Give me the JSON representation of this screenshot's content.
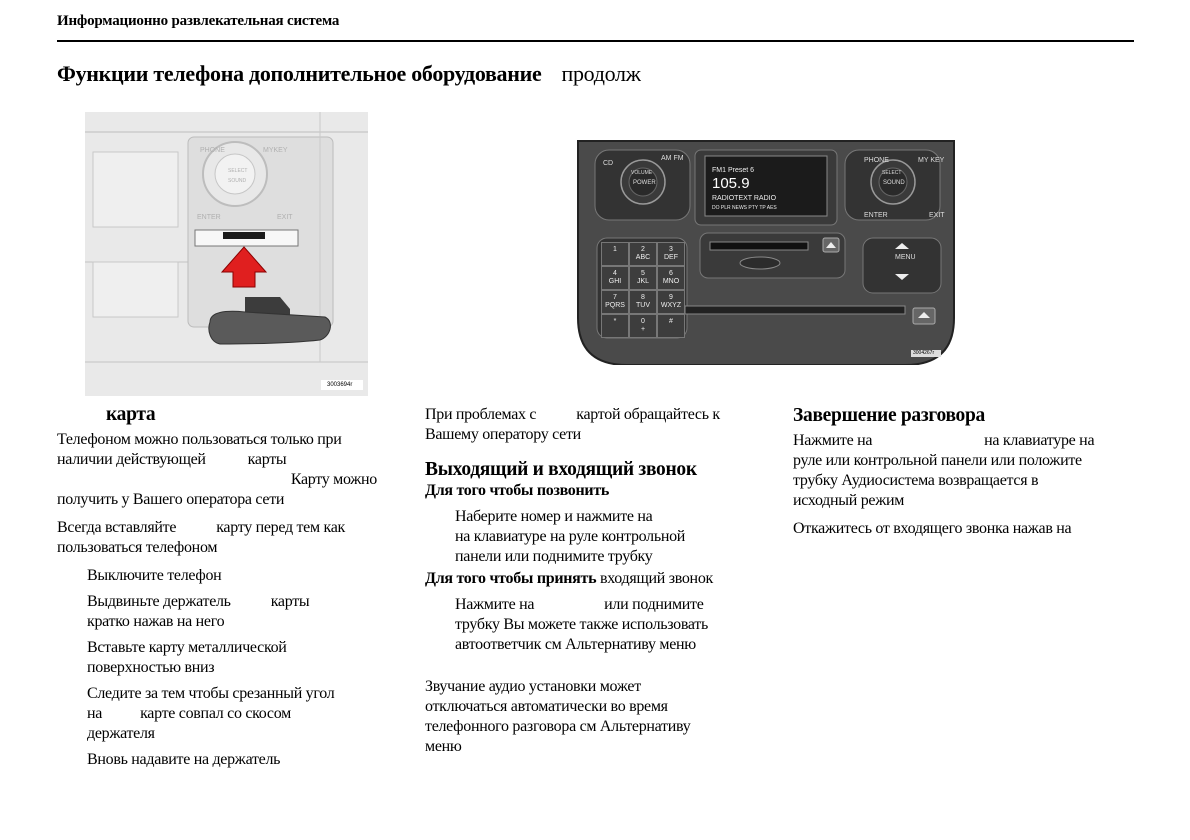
{
  "header": {
    "section": "Информационно развлекательная система"
  },
  "title": {
    "main": "Функции телефона  дополнительное оборудование",
    "cont": "продолж"
  },
  "figure1": {
    "code": "3003694r"
  },
  "figure2": {
    "buttons": {
      "cd": "CD",
      "amfm": "AM FM",
      "volume": "VOLUME",
      "power": "POWER",
      "phone": "PHONE",
      "mykey": "MY KEY",
      "select": "SELECT",
      "sound": "SOUND",
      "enter": "ENTER",
      "exit": "EXIT",
      "menu": "MENU"
    },
    "display": {
      "line1": "FM1 Preset 6",
      "line2": "105.9",
      "line3": "RADIOTEXT RADIO",
      "line4": "DO PLR  NEWS  PTY  TP  AES"
    },
    "keypad": [
      {
        "d": "1",
        "l": ""
      },
      {
        "d": "2",
        "l": "ABC"
      },
      {
        "d": "3",
        "l": "DEF"
      },
      {
        "d": "4",
        "l": "GHI"
      },
      {
        "d": "5",
        "l": "JKL"
      },
      {
        "d": "6",
        "l": "MNO"
      },
      {
        "d": "7",
        "l": "PQRS"
      },
      {
        "d": "8",
        "l": "TUV"
      },
      {
        "d": "9",
        "l": "WXYZ"
      },
      {
        "d": "*",
        "l": ""
      },
      {
        "d": "0",
        "l": "+"
      },
      {
        "d": "#",
        "l": ""
      }
    ],
    "code": "3004267r"
  },
  "col1": {
    "heading": "карта",
    "p1": [
      "Телефоном можно пользоваться только при",
      "наличии действующей",
      "карты",
      "Карту можно",
      "получить у Вашего оператора сети"
    ],
    "p2": [
      "Всегда вставляйте",
      "карту перед тем  как",
      "пользоваться телефоном"
    ],
    "steps": [
      [
        "Выключите телефон"
      ],
      [
        "Выдвиньте держатель",
        "карты",
        "кратко нажав на него"
      ],
      [
        "Вставьте карту металлической",
        "поверхностью вниз"
      ],
      [
        "Следите за тем  чтобы срезанный угол",
        "на",
        "карте совпал со скосом",
        "держателя"
      ],
      [
        "Вновь надавите на держатель"
      ]
    ]
  },
  "col2": {
    "p1": [
      "При проблемах с",
      "картой обращайтесь к",
      "Вашему оператору сети"
    ],
    "heading": "Выходящий и входящий звонок",
    "call_heading": "Для того чтобы позвонить",
    "call_text": [
      "Наберите номер и нажмите на",
      "на клавиатуре на руле  контрольной",
      "панели или поднимите трубку"
    ],
    "answer_heading_bold": "Для того чтобы принять",
    "answer_heading_rest": " входящий звонок",
    "answer_text": [
      "Нажмите на",
      "или поднимите",
      "трубку  Вы можете также использовать",
      "автоответчик  см  Альтернативу меню"
    ],
    "note": [
      "Звучание аудио установки может",
      "отключаться автоматически во время",
      "телефонного разговора  см  Альтернативу",
      "меню"
    ]
  },
  "col3": {
    "heading": "Завершение разговора",
    "p1": [
      "Нажмите на",
      "на клавиатуре на",
      "руле или контрольной панели или положите",
      "трубку  Аудиосистема возвращается в",
      "исходный режим"
    ],
    "p2": "Откажитесь от входящего звонка  нажав на"
  }
}
